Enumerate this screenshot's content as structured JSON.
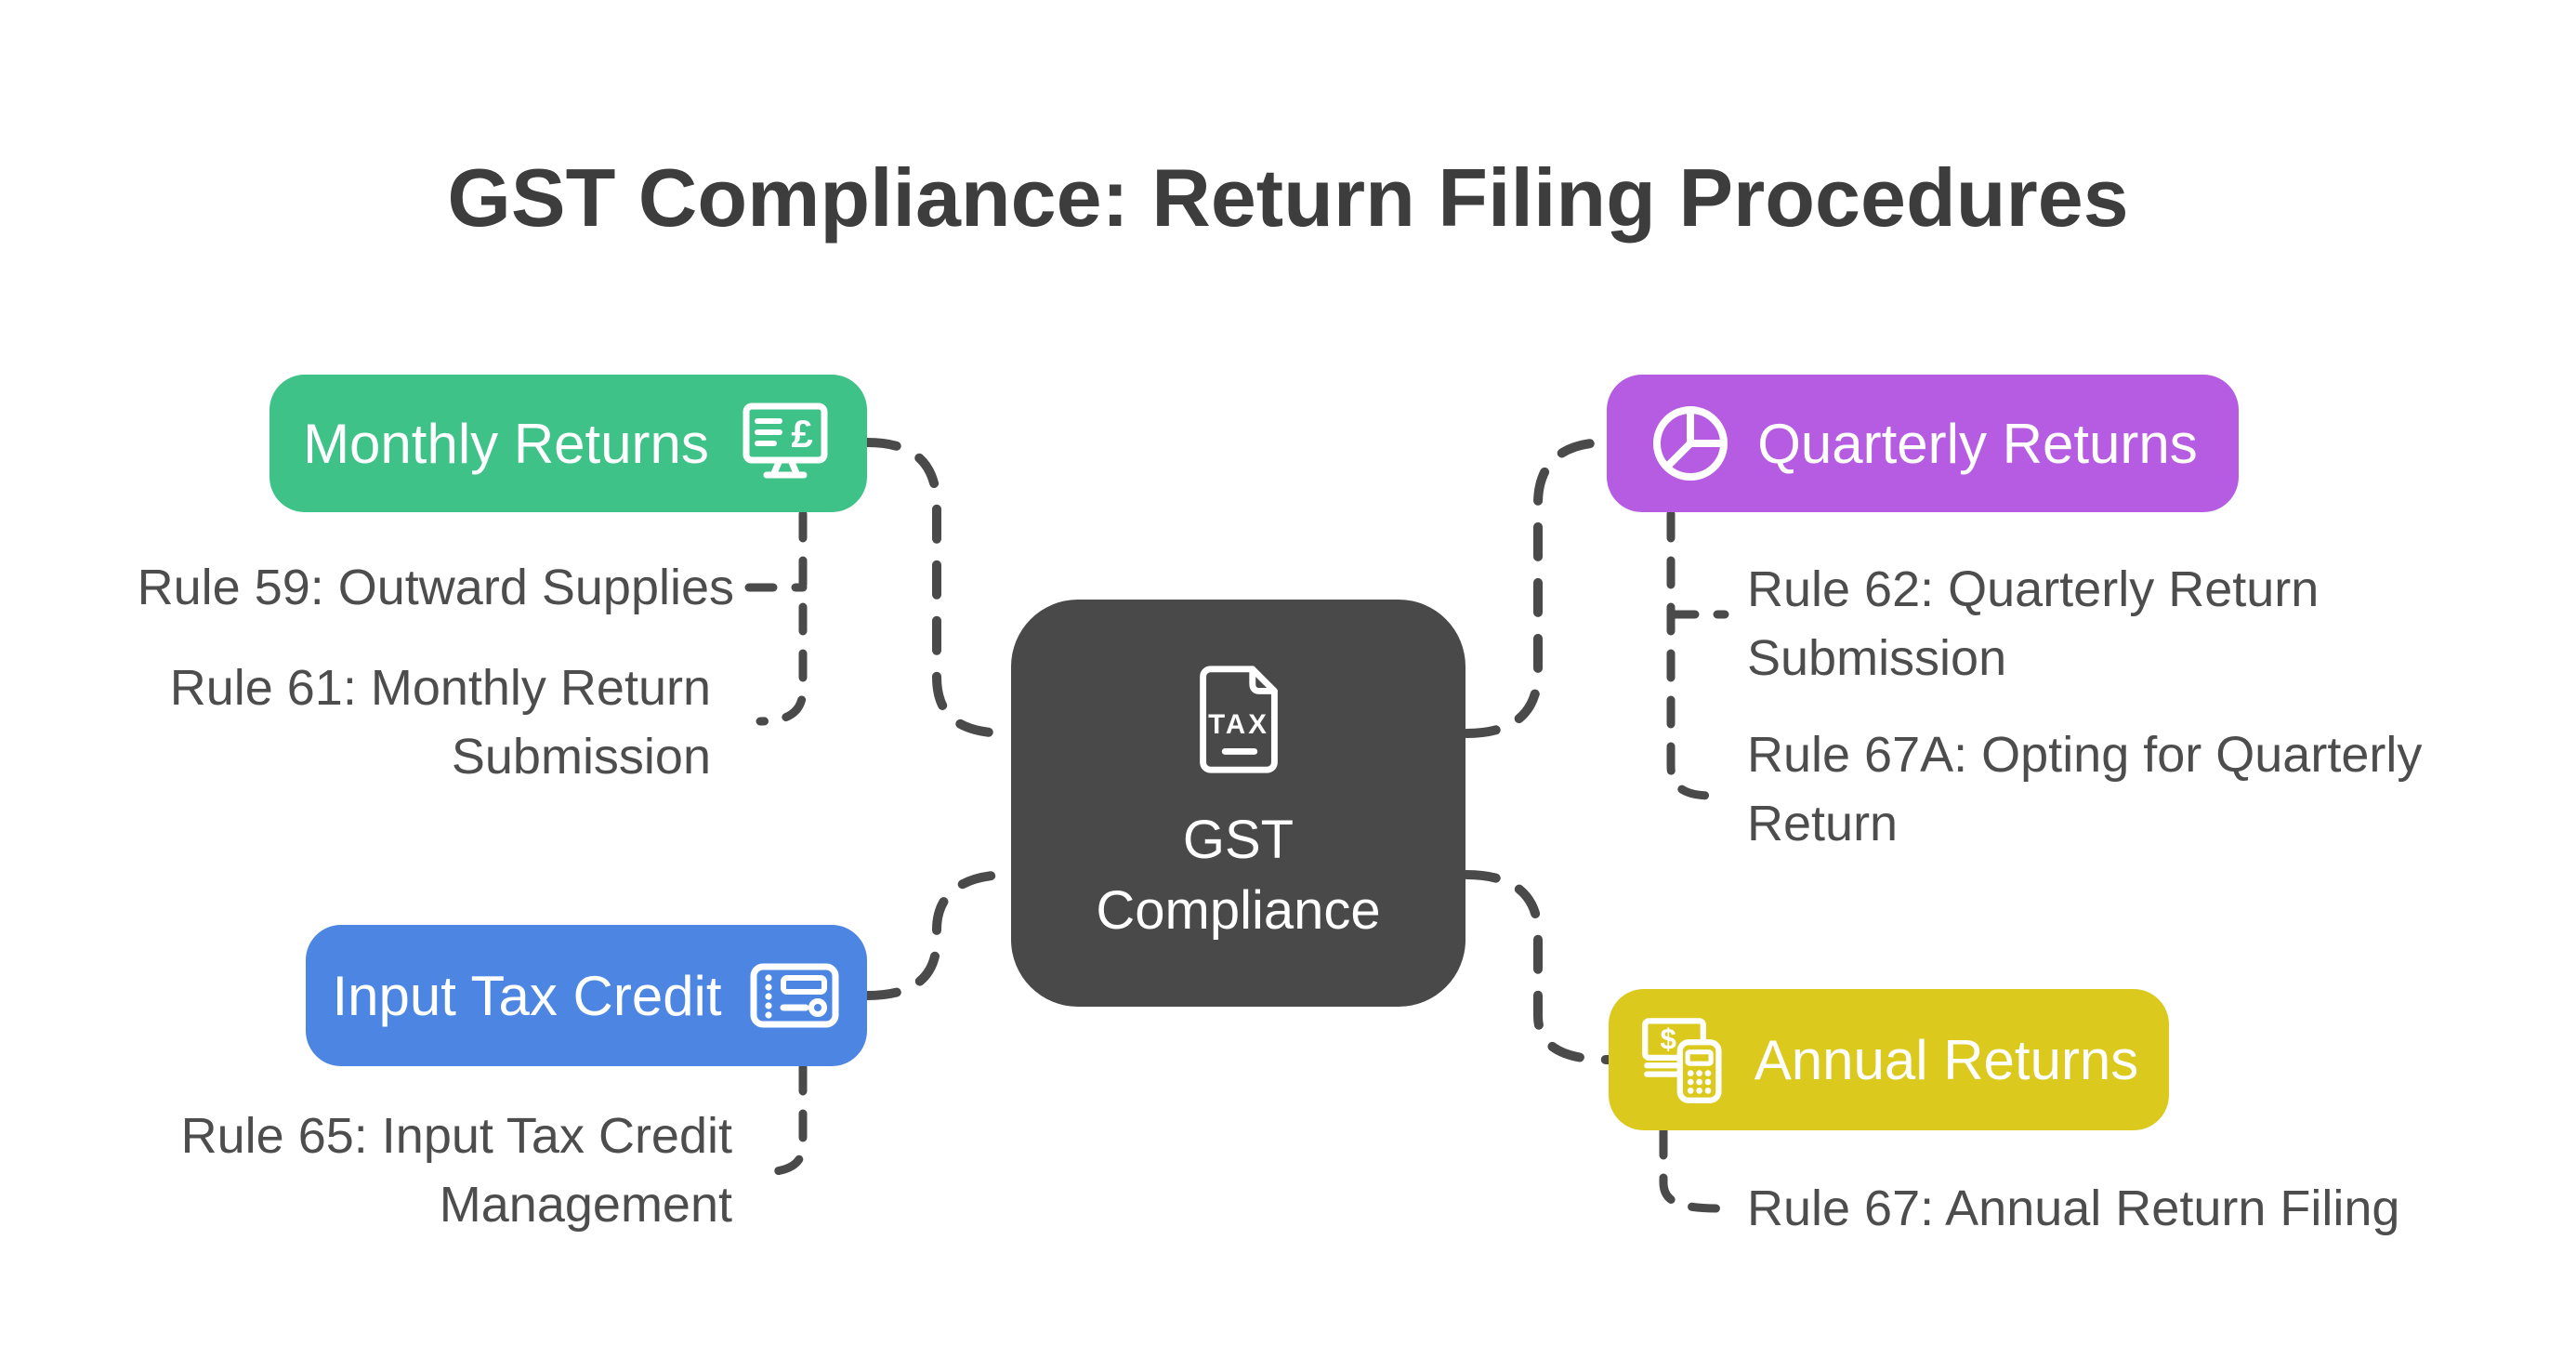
{
  "title": "GST Compliance: Return Filing Procedures",
  "colors": {
    "background": "#ffffff",
    "title_text": "#3d3d3d",
    "rule_text": "#4d4d4d",
    "connector": "#4a4a4a",
    "center_node": "#494949",
    "monthly": "#3EC287",
    "quarterly": "#B55CE2",
    "input_tax_credit": "#4C86E2",
    "annual": "#DCC91E"
  },
  "center_node": {
    "label": "GST Compliance",
    "icon": "tax-document-icon",
    "icon_text": "TAX"
  },
  "branches": {
    "monthly": {
      "label": "Monthly Returns",
      "icon": "billing-monitor-icon",
      "icon_glyph": "£",
      "rules": [
        {
          "text": "Rule 59: Outward Supplies",
          "lines": [
            "Rule 59: Outward Supplies"
          ]
        },
        {
          "text": "Rule 61: Monthly Return Submission",
          "lines": [
            "Rule 61: Monthly Return",
            "Submission"
          ]
        }
      ]
    },
    "quarterly": {
      "label": "Quarterly Returns",
      "icon": "pie-chart-icon",
      "rules": [
        {
          "text": "Rule 62: Quarterly Return Submission",
          "lines": [
            "Rule 62: Quarterly Return",
            "Submission"
          ]
        },
        {
          "text": "Rule 67A: Opting for Quarterly Return",
          "lines": [
            "Rule 67A: Opting for Quarterly",
            "Return"
          ]
        }
      ]
    },
    "input_tax_credit": {
      "label": "Input Tax Credit",
      "icon": "receipt-ticket-icon",
      "rules": [
        {
          "text": "Rule 65: Input Tax Credit Management",
          "lines": [
            "Rule 65: Input Tax Credit",
            "Management"
          ]
        }
      ]
    },
    "annual": {
      "label": "Annual Returns",
      "icon": "money-calculator-icon",
      "icon_glyph": "$",
      "rules": [
        {
          "text": "Rule 67: Annual Return Filing",
          "lines": [
            "Rule 67: Annual Return Filing"
          ]
        }
      ]
    }
  }
}
